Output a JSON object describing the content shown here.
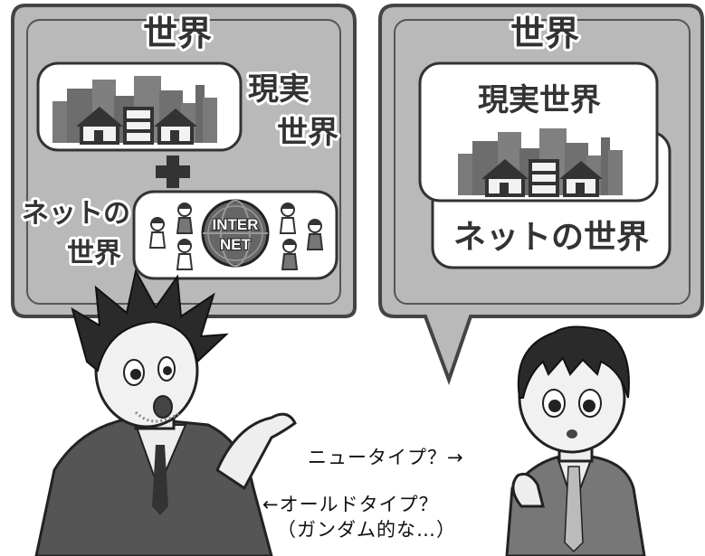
{
  "left_bubble": {
    "title": "世界",
    "real_label_line1": "現実",
    "real_label_line2": "世界",
    "net_label_line1": "ネットの",
    "net_label_line2": "世界",
    "globe_line1": "INTER",
    "globe_line2": "NET"
  },
  "right_bubble": {
    "title": "世界",
    "real_label": "現実世界",
    "net_label": "ネットの世界"
  },
  "captions": {
    "newtype": "ニュータイプ？→",
    "oldtype_line1": "←オールドタイプ？",
    "oldtype_line2": "（ガンダム的な…）"
  },
  "colors": {
    "bubble_fill": "#b9b9b9",
    "bubble_border": "#555555",
    "panel_fill": "#ffffff",
    "building_gray": "#7a7a7a",
    "building_dark": "#3e3e3e"
  }
}
